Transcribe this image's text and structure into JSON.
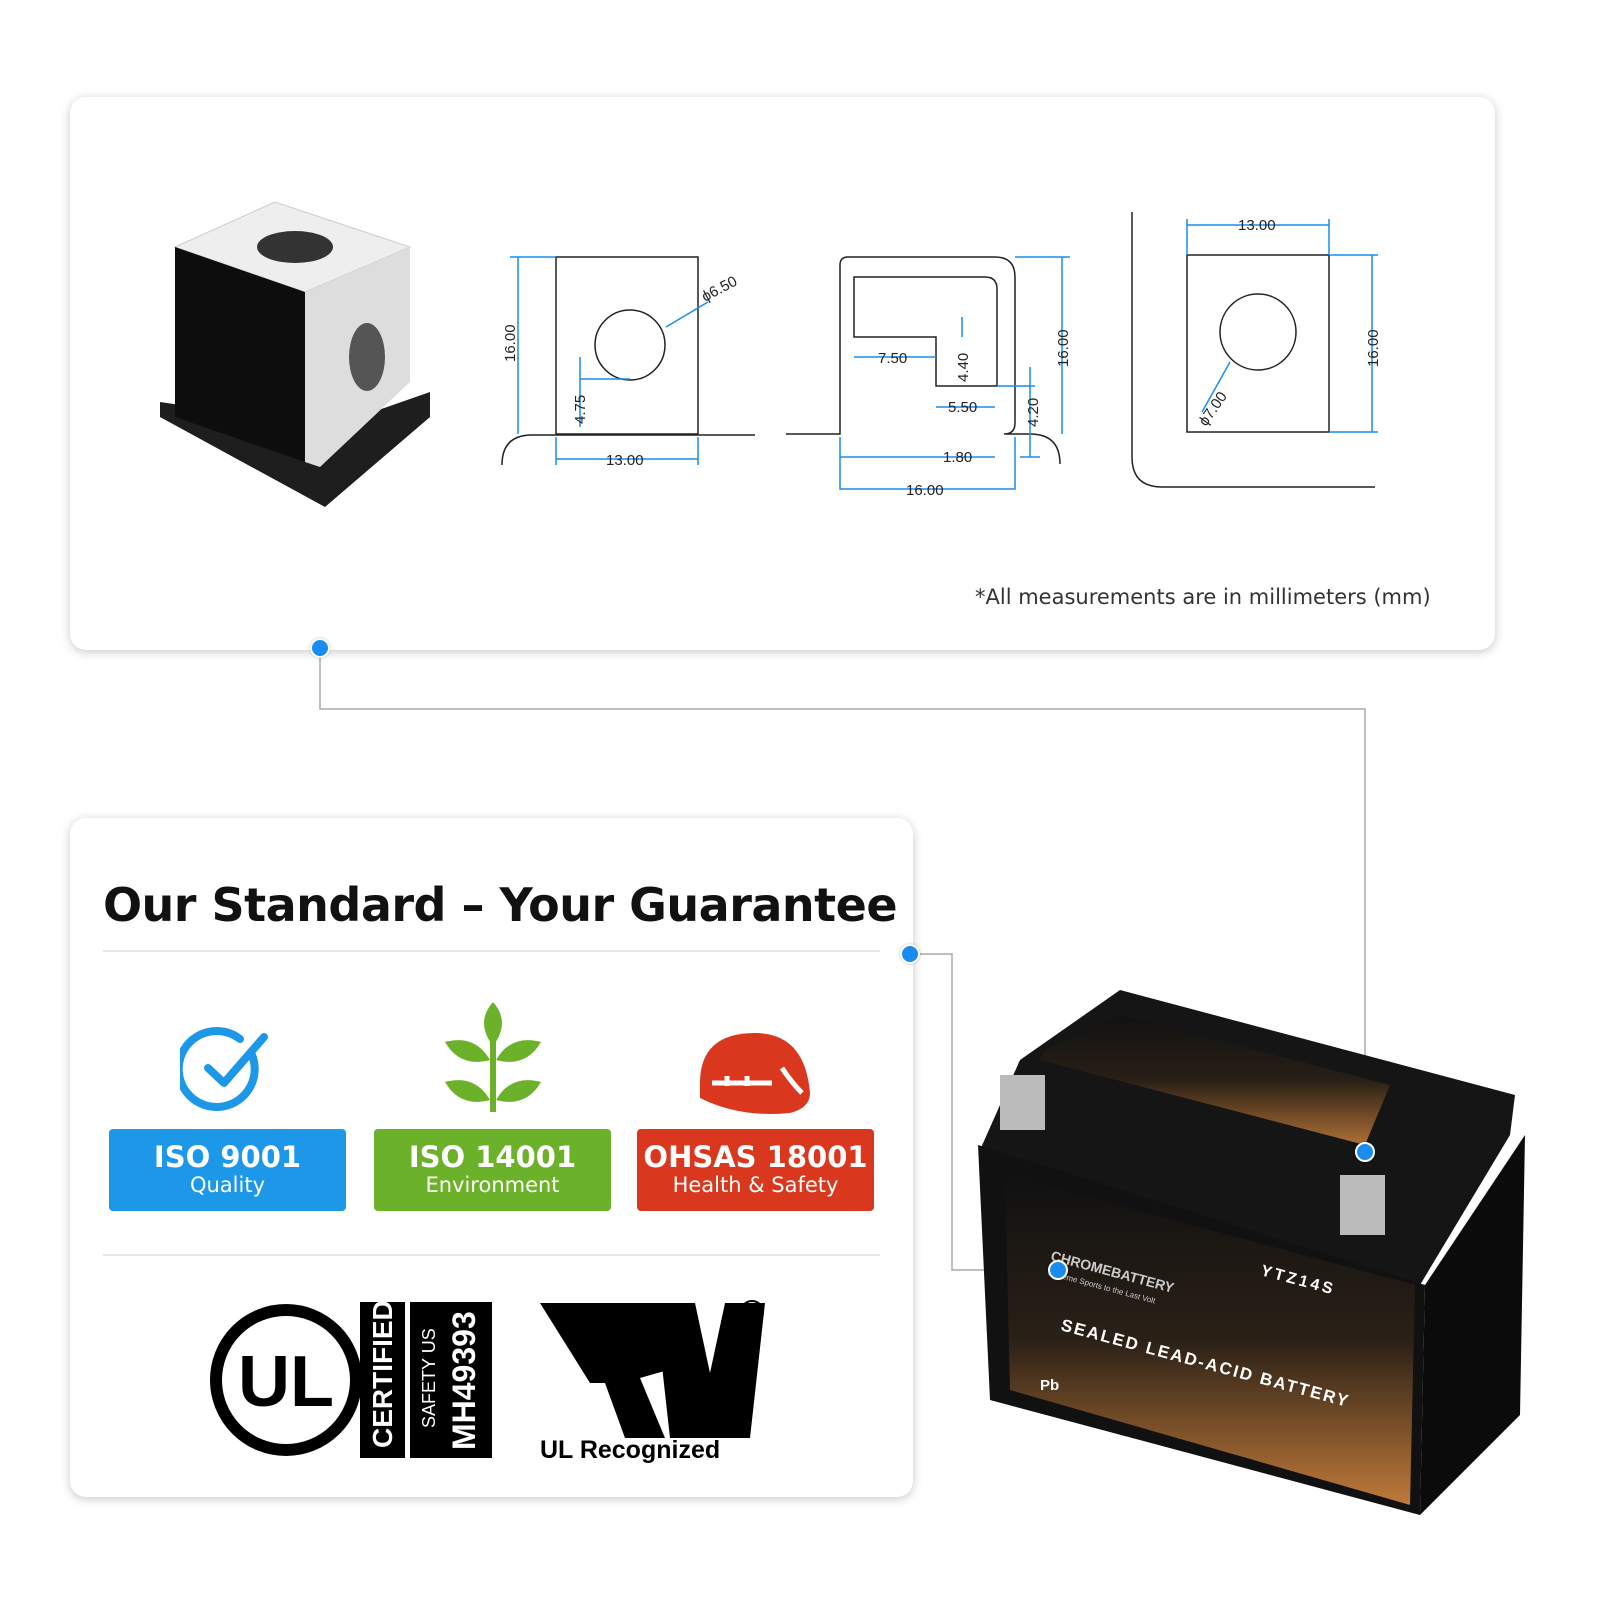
{
  "dimensions": {
    "front": {
      "height": "16.00",
      "hole_dia": "ϕ6.50",
      "hole_offset": "4.75",
      "width": "13.00"
    },
    "side": {
      "d1": "7.50",
      "d2": "4.40",
      "d3": "5.50",
      "d4": "4.20",
      "d5": "1.80",
      "height": "16.00",
      "width": "16.00"
    },
    "top": {
      "width": "13.00",
      "height": "16.00",
      "hole_dia": "ϕ7.00"
    }
  },
  "note": "*All measurements are in millimeters (mm)",
  "guarantee": {
    "title": "Our Standard – Your Guarantee",
    "badges": [
      {
        "code": "ISO 9001",
        "label": "Quality",
        "color": "#1d97e8"
      },
      {
        "code": "ISO 14001",
        "label": "Environment",
        "color": "#6cb12a"
      },
      {
        "code": "OHSAS 18001",
        "label": "Health & Safety",
        "color": "#d9381e"
      }
    ],
    "ul_certified": {
      "mark": "UL",
      "certified": "CERTIFIED",
      "safety": "SAFETY US",
      "number": "MH49393"
    },
    "ul_recognized": "UL Recognized"
  },
  "battery": {
    "brand": "CHROMEBATTERY",
    "tagline": "Extreme Sports to the Last Volt",
    "model": "YTZ14S",
    "label": "SEALED LEAD-ACID BATTERY",
    "pb": "Pb"
  }
}
